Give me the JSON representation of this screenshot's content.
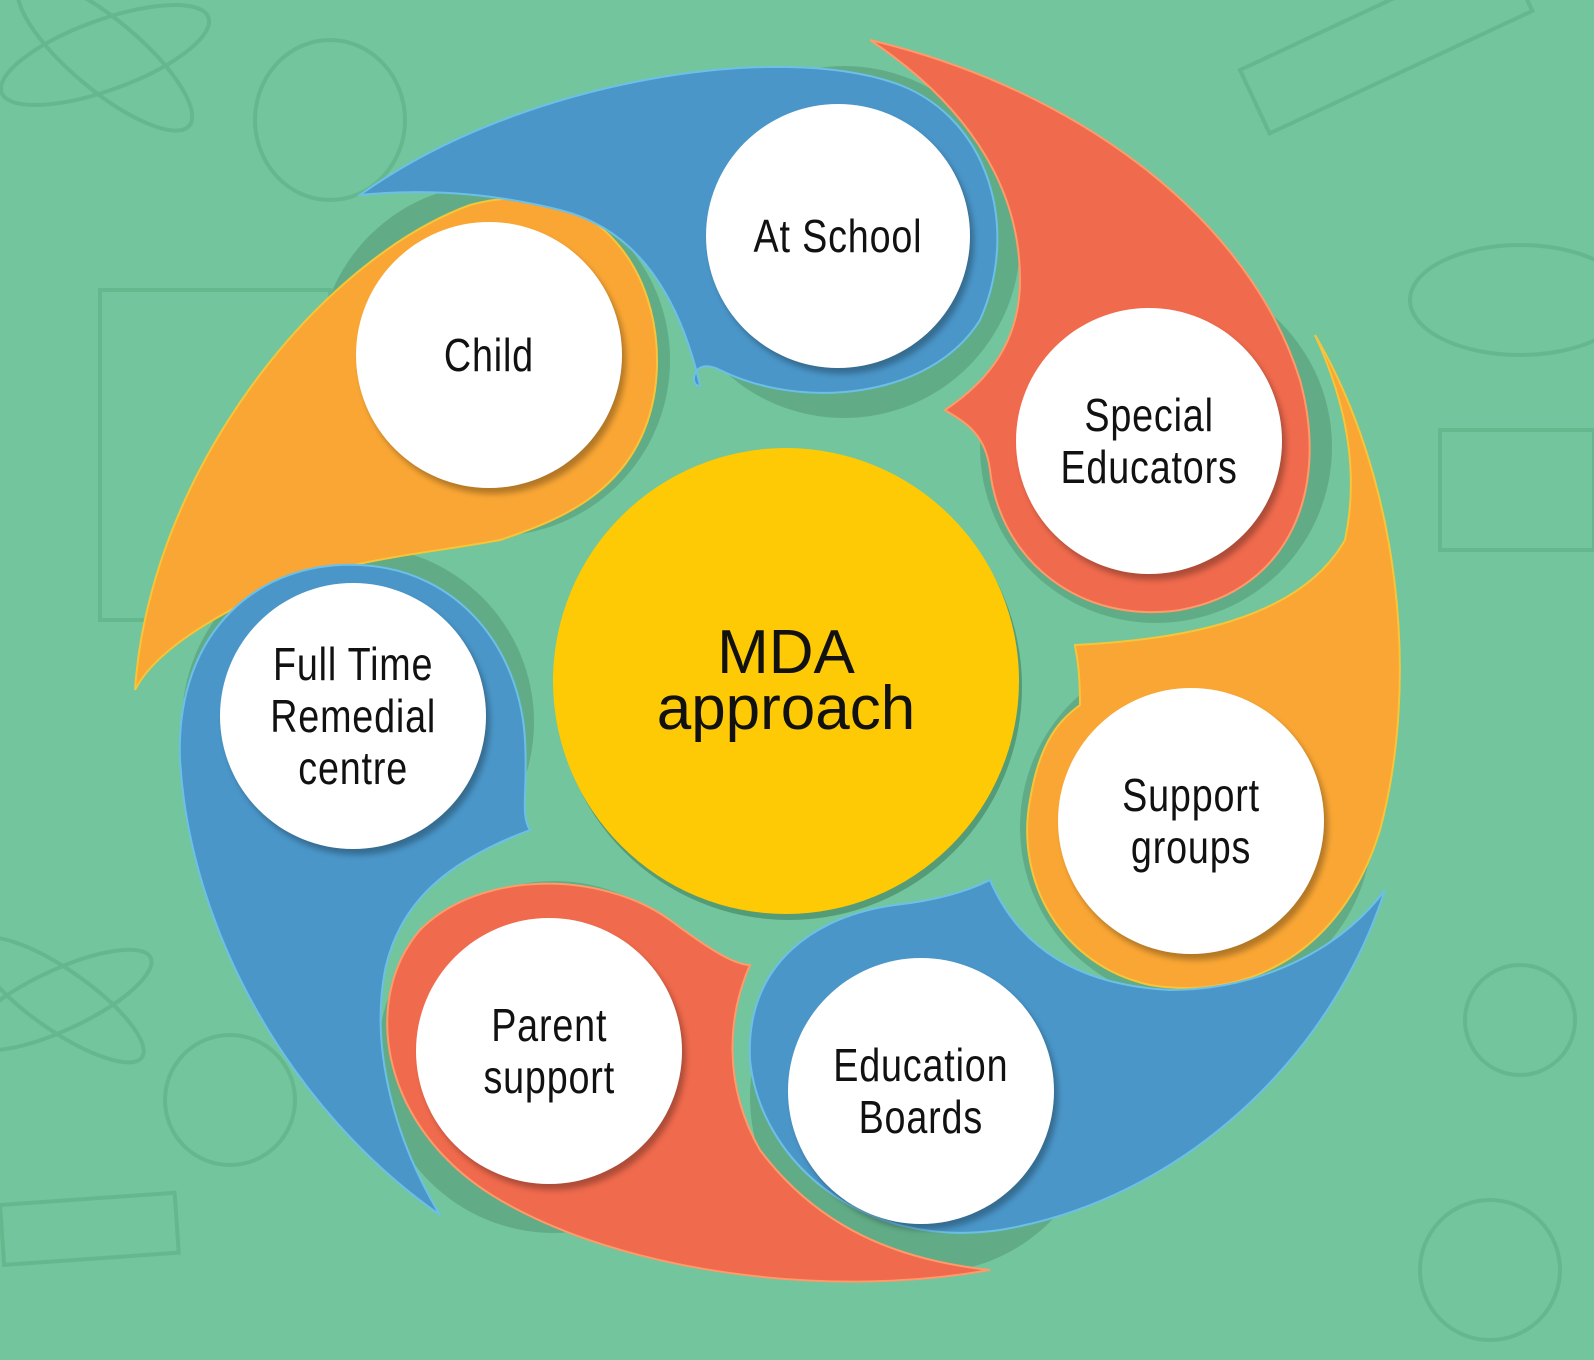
{
  "diagram": {
    "type": "cycle",
    "center": {
      "line1": "MDA",
      "line2": "approach",
      "color": "#fdca05"
    },
    "background_color": "#72c59d",
    "nodes": [
      {
        "id": "at-school",
        "label": "At School",
        "segment_color": "#4a96c9"
      },
      {
        "id": "special-educators",
        "label": "Special\nEducators",
        "segment_color": "#f06a4d"
      },
      {
        "id": "support-groups",
        "label": "Support\ngroups",
        "segment_color": "#f9a634"
      },
      {
        "id": "education-boards",
        "label": "Education\nBoards",
        "segment_color": "#4a96c9"
      },
      {
        "id": "parent-support",
        "label": "Parent\nsupport",
        "segment_color": "#f06a4d"
      },
      {
        "id": "full-time-remedial",
        "label": "Full Time\nRemedial\ncentre",
        "segment_color": "#4a96c9"
      },
      {
        "id": "child",
        "label": "Child",
        "segment_color": "#f9a634"
      }
    ]
  }
}
